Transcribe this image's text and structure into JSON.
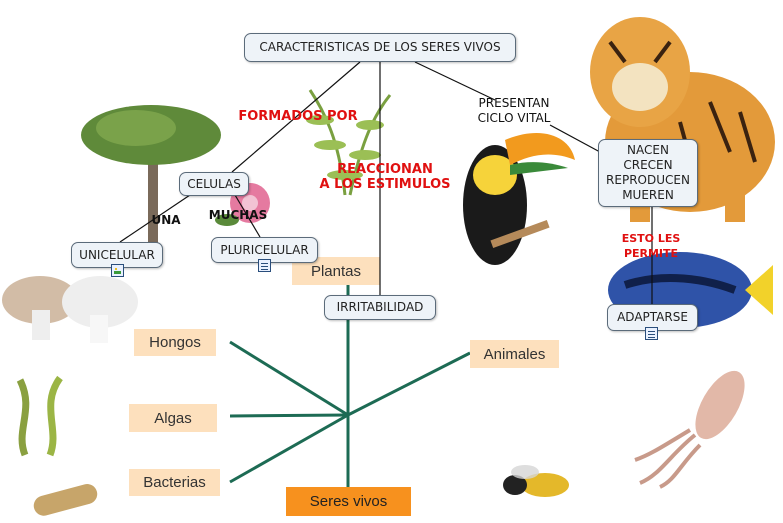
{
  "root": {
    "label": "CARACTERISTICAS DE LOS SERES VIVOS"
  },
  "nodes": {
    "celulas": "CELULAS",
    "unicelular": "UNICELULAR",
    "pluricelular": "PLURICELULAR",
    "irritabilidad": "IRRITABILIDAD",
    "nacen": "NACEN\nCRECEN\nREPRODUCEN\nMUEREN",
    "adaptarse": "ADAPTARSE"
  },
  "links": {
    "formados_por": "FORMADOS POR",
    "reaccionan": "REACCIONAN\nA LOS ESTIMULOS",
    "presentan": "PRESENTAN\nCICLO VITAL",
    "una": "UNA",
    "muchas": "MUCHAS",
    "esto_les_permite": "ESTO LES\nPERMITE"
  },
  "background_chart": {
    "root": "Seres vivos",
    "branches": [
      "Plantas",
      "Hongos",
      "Algas",
      "Bacterias",
      "Animales"
    ]
  },
  "colors": {
    "link_red": "#e01010",
    "node_bg": "#eef3f8",
    "chip": "#fde0bd",
    "chip_dark": "#f7911e",
    "tree_line": "#1d6b54"
  },
  "icons": [
    "image-resource-icon",
    "document-resource-icon"
  ]
}
